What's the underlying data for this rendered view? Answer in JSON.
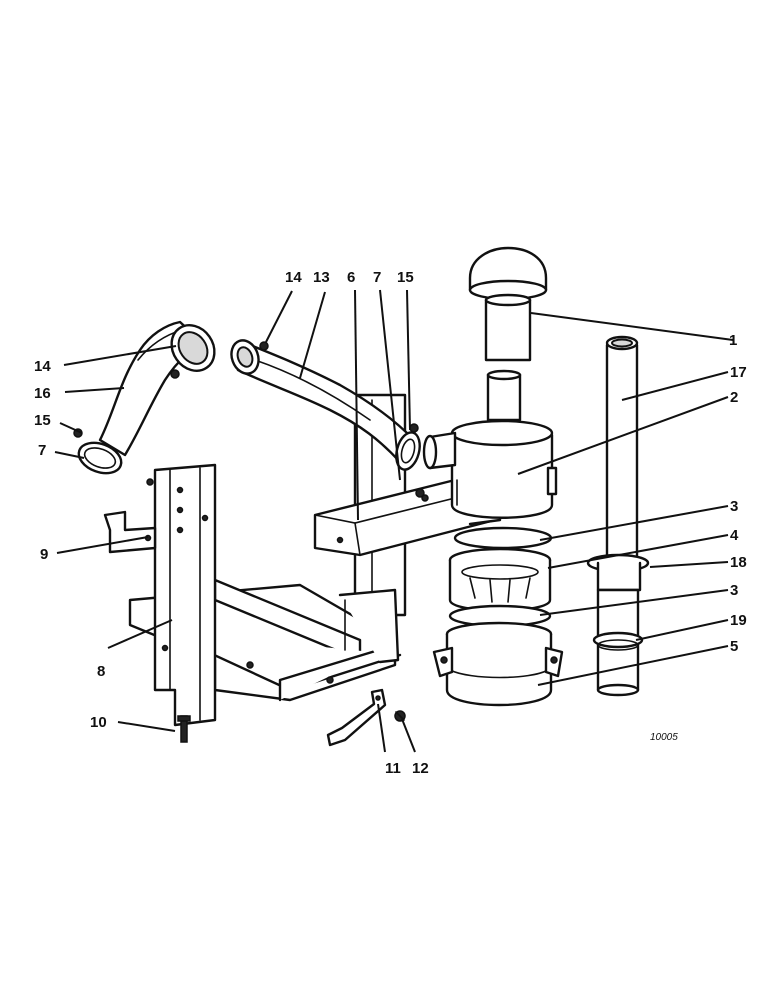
{
  "labels": {
    "l1": "1",
    "l2": "2",
    "l3a": "3",
    "l3b": "3",
    "l4": "4",
    "l5": "5",
    "l6": "6",
    "l7a": "7",
    "l7b": "7",
    "l8": "8",
    "l9": "9",
    "l10": "10",
    "l11": "11",
    "l12": "12",
    "l13": "13",
    "l14a": "14",
    "l14b": "14",
    "l15a": "15",
    "l15b": "15",
    "l16": "16",
    "l17": "17",
    "l18": "18",
    "l19": "19"
  },
  "reference_code": "10005"
}
